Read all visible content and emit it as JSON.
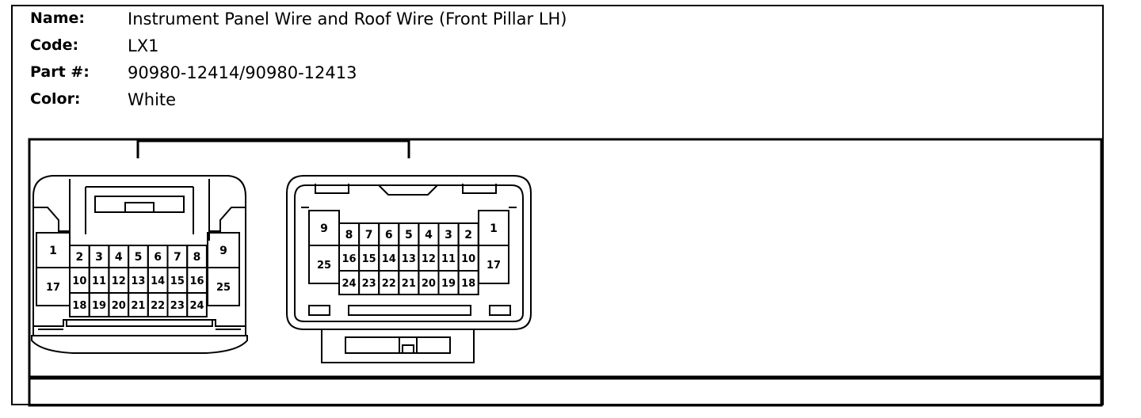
{
  "info": {
    "rows": [
      {
        "label": "Name:",
        "value": "Instrument Panel Wire and Roof Wire (Front Pillar LH)"
      },
      {
        "label": "Code:",
        "value": "LX1"
      },
      {
        "label": "Part #:",
        "value": "90980-12414/90980-12413"
      },
      {
        "label": "Color:",
        "value": "White"
      }
    ]
  },
  "connector_a": {
    "pins": [
      "1",
      "2",
      "3",
      "4",
      "5",
      "6",
      "7",
      "8",
      "9",
      "10",
      "11",
      "12",
      "13",
      "14",
      "15",
      "16",
      "17",
      "18",
      "19",
      "20",
      "21",
      "22",
      "23",
      "24",
      "25"
    ]
  },
  "connector_b": {
    "pins": [
      "1",
      "2",
      "3",
      "4",
      "5",
      "6",
      "7",
      "8",
      "9",
      "10",
      "11",
      "12",
      "13",
      "14",
      "15",
      "16",
      "17",
      "18",
      "19",
      "20",
      "21",
      "22",
      "23",
      "24",
      "25"
    ]
  }
}
